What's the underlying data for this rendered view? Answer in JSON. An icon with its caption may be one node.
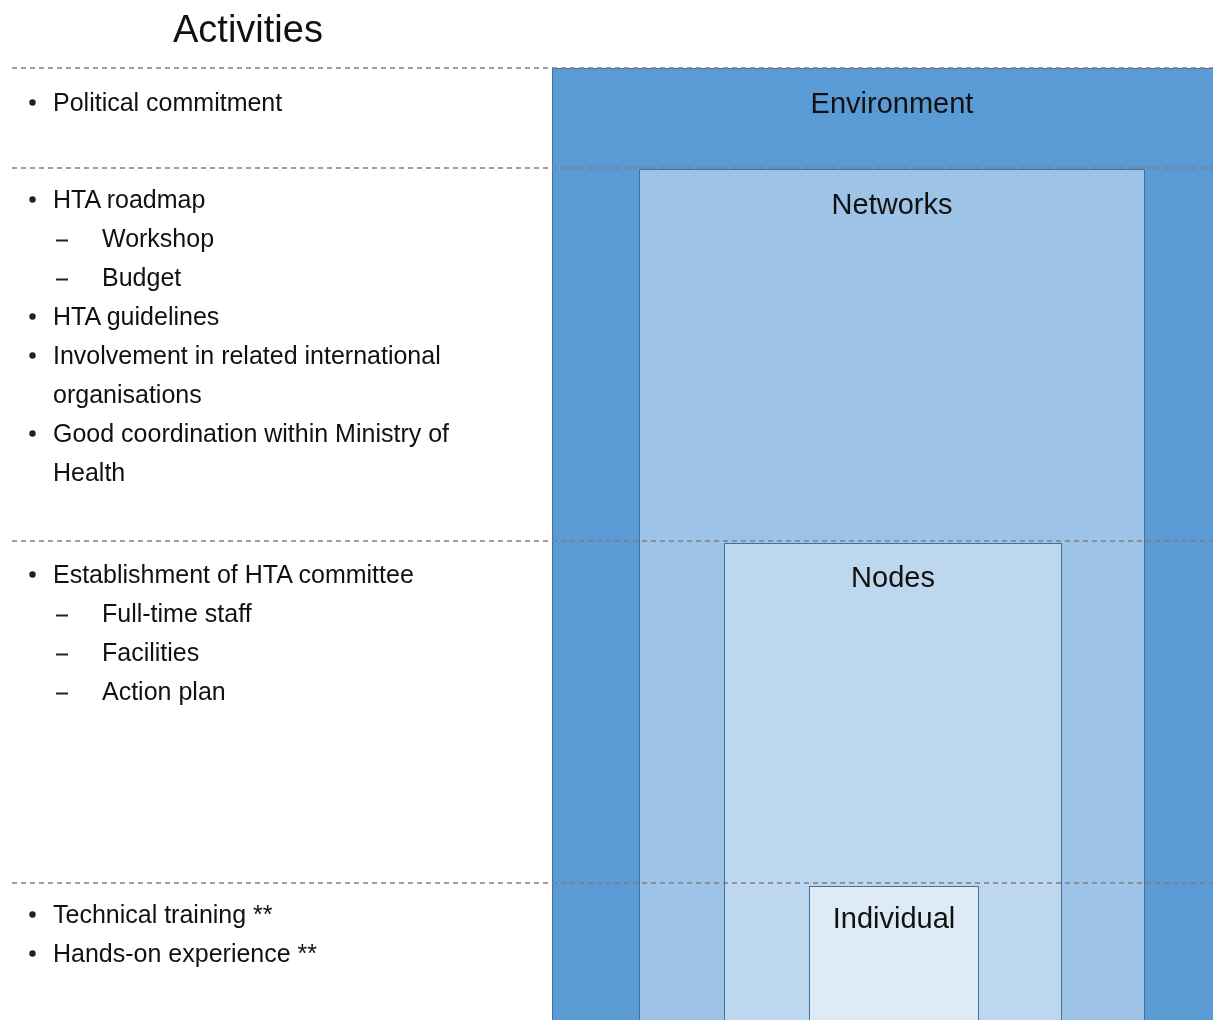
{
  "diagram": {
    "title": "Activities",
    "nodes": [
      {
        "text": [
          "Environment"
        ]
      },
      {
        "text": [
          "Networks"
        ],
        "in": 0
      },
      {
        "text": [
          "Nodes"
        ],
        "in": 1
      },
      {
        "text": [
          "Individual"
        ],
        "in": 2
      }
    ],
    "labels": [
      "Political commitment",
      "HTA roadmap",
      "Workshop",
      "Budget",
      "HTA guidelines",
      "Involvement in related international organisations",
      "Good coordination within Ministry of Health",
      "Establishment of HTA committee",
      "Full-time staff",
      "Facilities",
      "Action plan",
      "Technical training **",
      "Hands-on experience **"
    ]
  }
}
